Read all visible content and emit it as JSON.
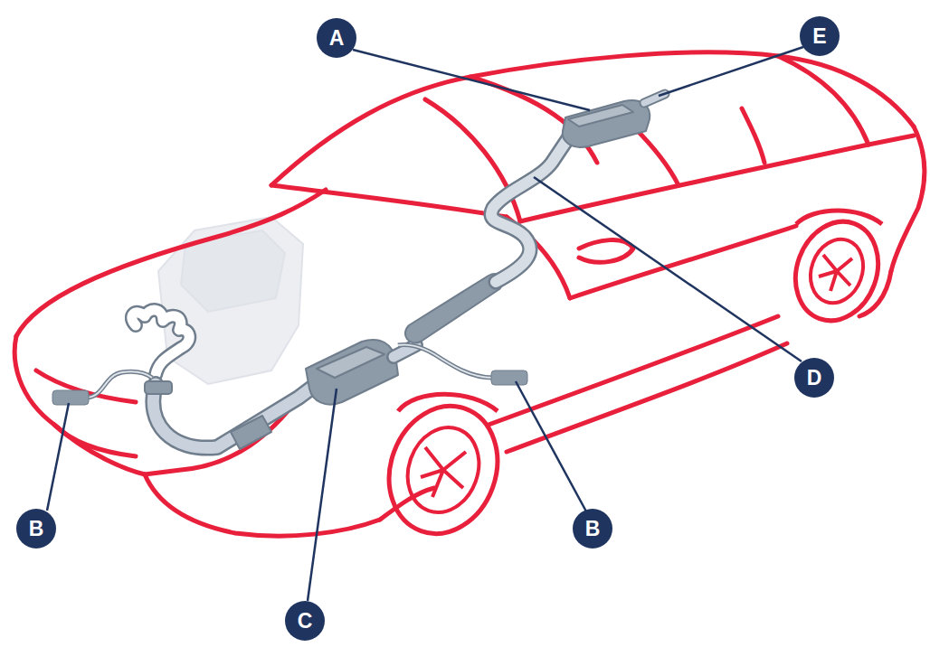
{
  "diagram": {
    "labels": [
      "A",
      "E",
      "B",
      "B",
      "C",
      "D"
    ]
  }
}
